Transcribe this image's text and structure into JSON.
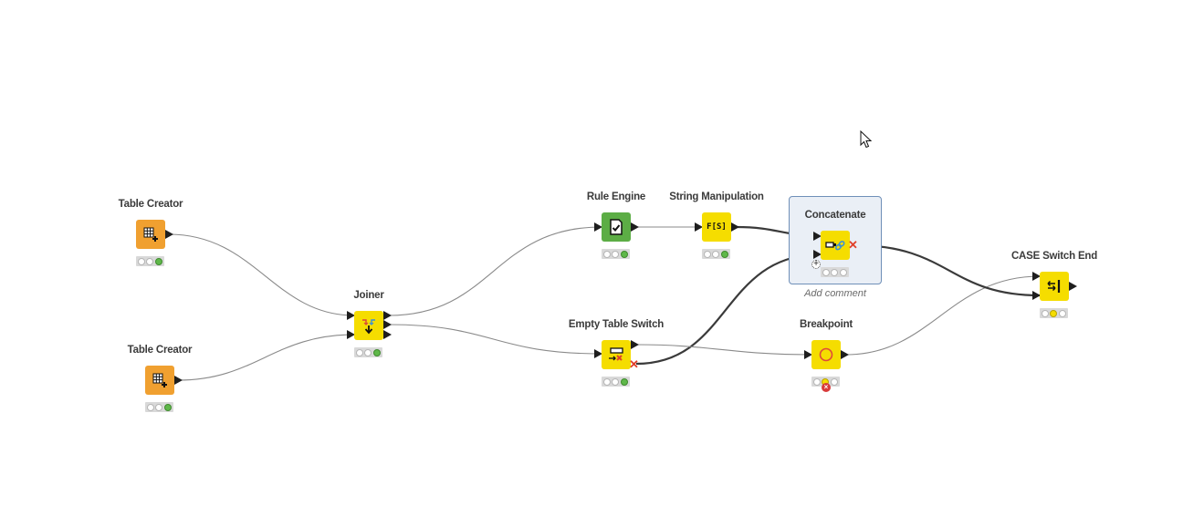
{
  "workflow": {
    "nodes": [
      {
        "id": "table-creator-1",
        "label": "Table Creator",
        "type": "source",
        "icon": "table-plus-icon",
        "status": [
          "off",
          "off",
          "green"
        ]
      },
      {
        "id": "table-creator-2",
        "label": "Table Creator",
        "type": "source",
        "icon": "table-plus-icon",
        "status": [
          "off",
          "off",
          "green"
        ]
      },
      {
        "id": "joiner",
        "label": "Joiner",
        "type": "manipulator",
        "icon": "joiner-icon",
        "status": [
          "off",
          "off",
          "green"
        ]
      },
      {
        "id": "rule-engine",
        "label": "Rule Engine",
        "type": "predictor",
        "icon": "rule-document-check-icon",
        "status": [
          "off",
          "off",
          "green"
        ]
      },
      {
        "id": "string-manipulation",
        "label": "String Manipulation",
        "type": "manipulator",
        "icon": "fs-function-icon",
        "icon_text": "F[S]",
        "status": [
          "off",
          "off",
          "green"
        ]
      },
      {
        "id": "concatenate",
        "label": "Concatenate",
        "type": "manipulator",
        "icon": "concatenate-link-icon",
        "status": [
          "off",
          "off",
          "off"
        ],
        "comment_placeholder": "Add comment",
        "selected": true
      },
      {
        "id": "empty-table-switch",
        "label": "Empty Table Switch",
        "type": "manipulator",
        "icon": "empty-table-switch-icon",
        "status": [
          "off",
          "off",
          "green"
        ]
      },
      {
        "id": "breakpoint",
        "label": "Breakpoint",
        "type": "manipulator",
        "icon": "breakpoint-circle-icon",
        "status": [
          "off",
          "yellow",
          "off"
        ],
        "error": true
      },
      {
        "id": "case-switch-end",
        "label": "CASE Switch End",
        "type": "manipulator",
        "icon": "case-switch-end-icon",
        "status": [
          "off",
          "yellow",
          "off"
        ]
      }
    ],
    "connections": [
      {
        "from": "table-creator-1",
        "to": "joiner",
        "to_port": 1,
        "style": "thin"
      },
      {
        "from": "table-creator-2",
        "to": "joiner",
        "to_port": 2,
        "style": "thin"
      },
      {
        "from": "joiner",
        "from_port": 1,
        "to": "rule-engine",
        "style": "thin"
      },
      {
        "from": "joiner",
        "from_port": 2,
        "to": "empty-table-switch",
        "style": "thin"
      },
      {
        "from": "rule-engine",
        "to": "string-manipulation",
        "style": "thin"
      },
      {
        "from": "string-manipulation",
        "to": "concatenate",
        "to_port": 1,
        "style": "bold"
      },
      {
        "from": "empty-table-switch",
        "from_port": 2,
        "to": "concatenate",
        "to_port": 2,
        "style": "bold",
        "inactive": true
      },
      {
        "from": "empty-table-switch",
        "from_port": 1,
        "to": "breakpoint",
        "style": "thin"
      },
      {
        "from": "breakpoint",
        "to": "case-switch-end",
        "to_port": 1,
        "style": "thin"
      },
      {
        "from": "concatenate",
        "to": "case-switch-end",
        "to_port": 2,
        "style": "bold",
        "inactive": true
      }
    ]
  }
}
